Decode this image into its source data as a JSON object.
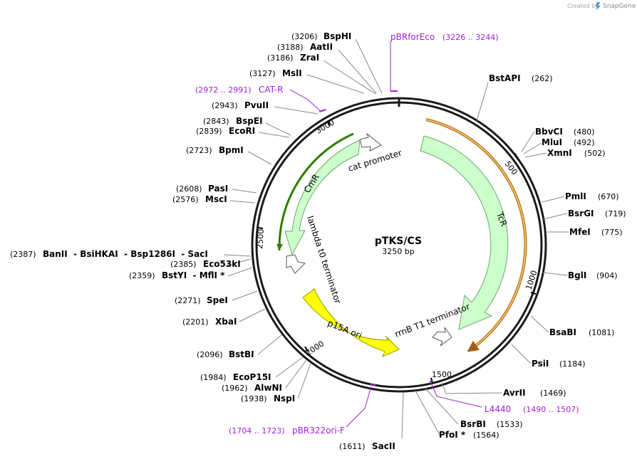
{
  "credit": {
    "prefix": "Created by",
    "brand": "SnapGene"
  },
  "plasmid": {
    "name": "pTKS/CS",
    "length_label": "3250 bp",
    "length": 3250
  },
  "ticks": [
    "500",
    "1000",
    "1500",
    "2000",
    "2500",
    "3000"
  ],
  "sites": {
    "BspHI": {
      "name": "BspHI",
      "pos": "(3206)"
    },
    "AatII": {
      "name": "AatII",
      "pos": "(3188)"
    },
    "ZraI": {
      "name": "ZraI",
      "pos": "(3186)"
    },
    "MslI": {
      "name": "MslI",
      "pos": "(3127)"
    },
    "PvuII": {
      "name": "PvuII",
      "pos": "(2943)"
    },
    "BspEI": {
      "name": "BspEI",
      "pos": "(2843)"
    },
    "EcoRI": {
      "name": "EcoRI",
      "pos": "(2839)"
    },
    "BpmI": {
      "name": "BpmI",
      "pos": "(2723)"
    },
    "PasI": {
      "name": "PasI",
      "pos": "(2608)"
    },
    "MscI": {
      "name": "MscI",
      "pos": "(2576)"
    },
    "BanII": {
      "text": "BanII  - BsiHKAI  - Bsp1286I  - SacI",
      "pos": "(2387)"
    },
    "Eco53kI": {
      "name": "Eco53kI",
      "pos": "(2385)"
    },
    "BstYI": {
      "text": "BstYI  - MflI *",
      "pos": "(2359)"
    },
    "SpeI": {
      "name": "SpeI",
      "pos": "(2271)"
    },
    "XbaI": {
      "name": "XbaI",
      "pos": "(2201)"
    },
    "BstBI": {
      "name": "BstBI",
      "pos": "(2096)"
    },
    "EcoP15I": {
      "name": "EcoP15I",
      "pos": "(1984)"
    },
    "AlwNI": {
      "name": "AlwNI",
      "pos": "(1962)"
    },
    "NspI": {
      "name": "NspI",
      "pos": "(1938)"
    },
    "SacII": {
      "name": "SacII",
      "pos": "(1611)"
    },
    "PfoI": {
      "name": "PfoI *",
      "pos": "(1564)"
    },
    "BsrBI": {
      "name": "BsrBI",
      "pos": "(1533)"
    },
    "AvrII": {
      "name": "AvrII",
      "pos": "(1469)"
    },
    "PsiI": {
      "name": "PsiI",
      "pos": "(1184)"
    },
    "BsaBI": {
      "name": "BsaBI",
      "pos": "(1081)"
    },
    "BglI": {
      "name": "BglI",
      "pos": "(904)"
    },
    "MfeI": {
      "name": "MfeI",
      "pos": "(775)"
    },
    "BsrGI": {
      "name": "BsrGI",
      "pos": "(719)"
    },
    "PmlI": {
      "name": "PmlI",
      "pos": "(670)"
    },
    "XmnI": {
      "name": "XmnI",
      "pos": "(502)"
    },
    "MluI": {
      "name": "MluI",
      "pos": "(492)"
    },
    "BbvCI": {
      "name": "BbvCI",
      "pos": "(480)"
    },
    "BstAPI": {
      "name": "BstAPI",
      "pos": "(262)"
    }
  },
  "primers": {
    "pBRforEco": {
      "name": "pBRforEco",
      "range": "(3226 .. 3244)"
    },
    "CAT_R": {
      "name": "CAT-R",
      "range": "(2972 .. 2991)"
    },
    "pBR322ori_F": {
      "name": "pBR322ori-F",
      "range": "(1704 .. 1723)"
    },
    "L4440": {
      "name": "L4440",
      "range": "(1490 .. 1507)"
    }
  },
  "features": {
    "cat_promoter": "cat promoter",
    "CmR": "CmR",
    "lambda_t0": "lambda t0 terminator",
    "p15A_ori": "p15A ori",
    "TcR": "TcR",
    "rrnB_T1": "rrnB T1 terminator"
  },
  "colors": {
    "backbone": "#1a1a1a",
    "cds": "#ccffcc",
    "cds_border": "#6aa86a",
    "origin": "#ffff00",
    "origin_border": "#9a9a00",
    "primer": "#a21fd6",
    "cmr_line": "#2e7d00",
    "tcr_line": "#e0a030"
  }
}
